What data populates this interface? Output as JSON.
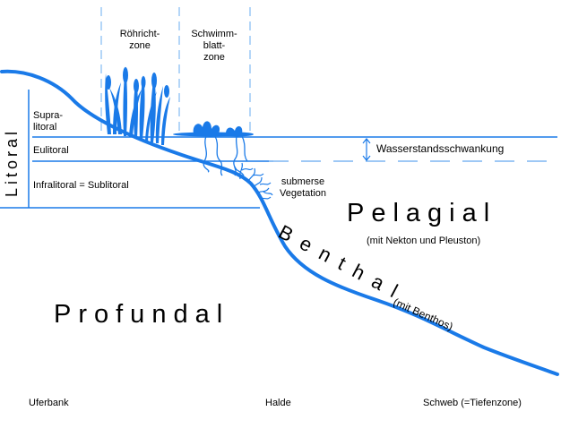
{
  "zones": {
    "reed": [
      "Röhricht-",
      "zone"
    ],
    "floating_leaf": [
      "Schwimm-",
      "blatt-",
      "zone"
    ]
  },
  "labels": {
    "litoral": "Litoral",
    "supralitoral": [
      "Supra-",
      "litoral"
    ],
    "eulitoral": "Eulitoral",
    "infralitoral": "Infralitoral = Sublitoral",
    "water_level": "Wasserstandsschwankung",
    "submerse": [
      "submerse",
      "Vegetation"
    ],
    "pelagial": "Pelagial",
    "pelagial_note": "(mit Nekton und Pleuston)",
    "benthal": "Benthal",
    "benthal_note": "(mit Benthos)",
    "profundal": "Profundal"
  },
  "bottom_labels": {
    "left": "Uferbank",
    "middle": "Halde",
    "right": "Schweb (=Tiefenzone)"
  },
  "colors": {
    "accent": "#1a7ae8",
    "accent_light": "#7fb6f2",
    "text": "#000000",
    "background": "#ffffff"
  }
}
